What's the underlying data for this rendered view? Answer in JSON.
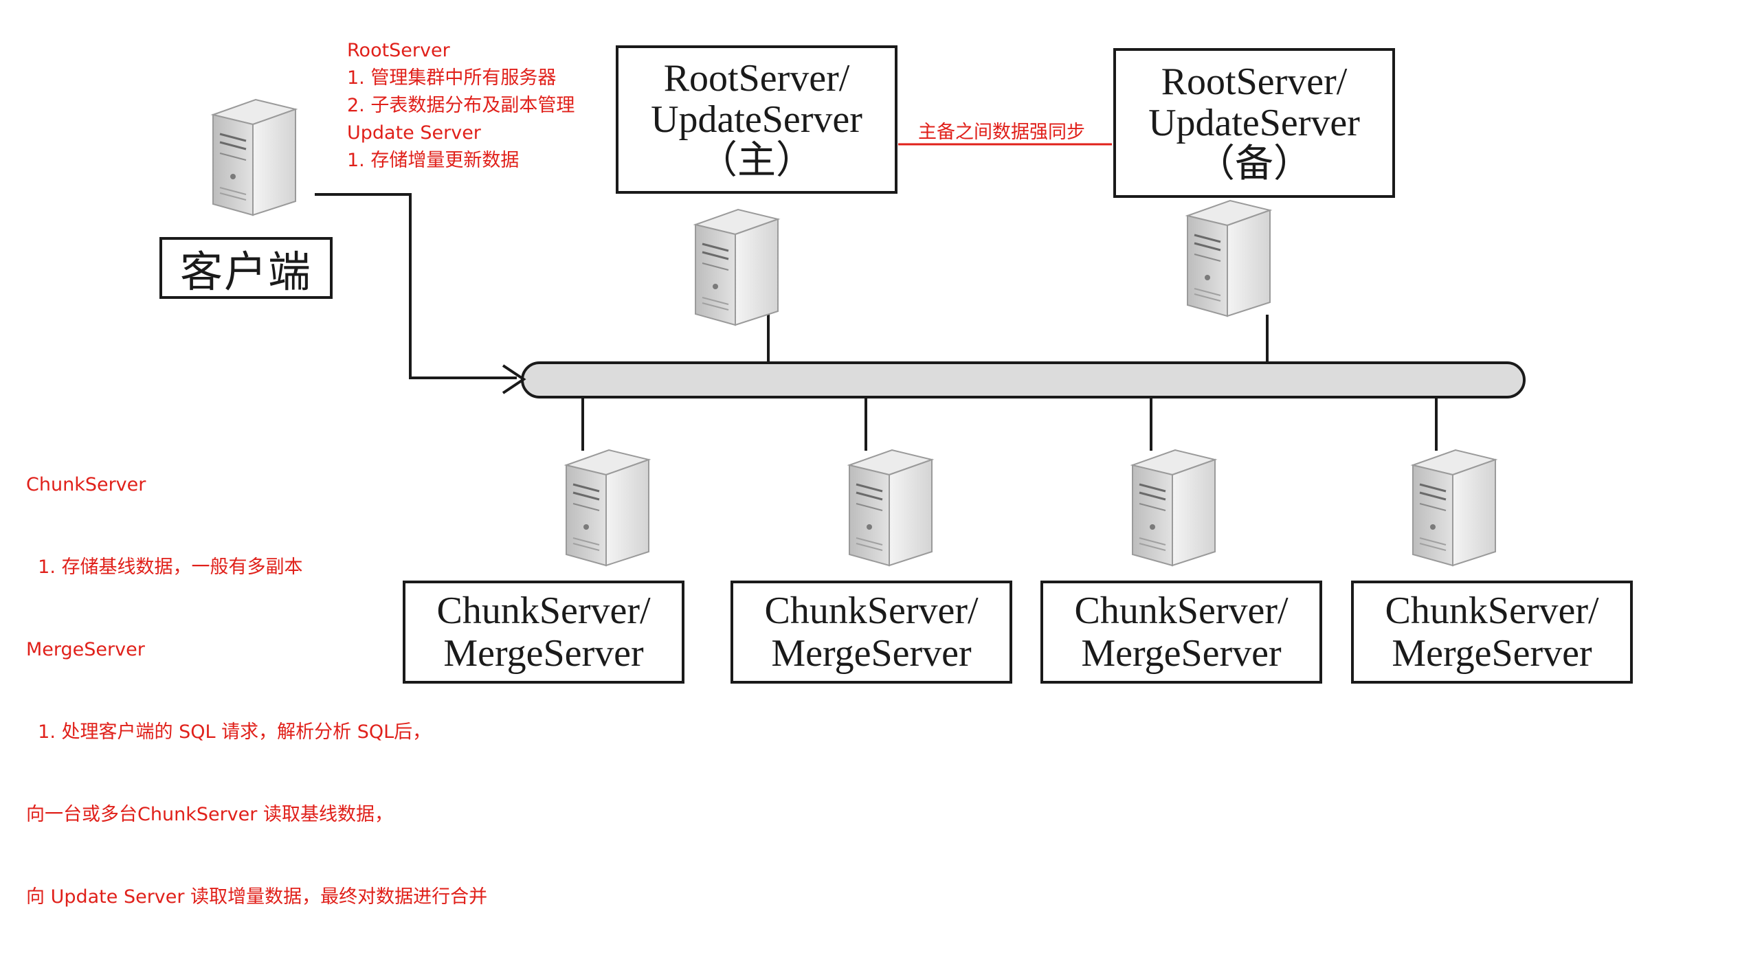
{
  "client": {
    "label": "客户端"
  },
  "notes": {
    "top": [
      "RootServer",
      "1. 管理集群中所有服务器",
      "2. 子表数据分布及副本管理",
      "Update Server",
      "1. 存储增量更新数据"
    ],
    "left": [
      "ChunkServer",
      "  1. 存储基线数据，一般有多副本",
      "MergeServer",
      "  1. 处理客户端的 SQL 请求，解析分析 SQL后，",
      "向一台或多台ChunkServer 读取基线数据，",
      "向 Update Server 读取增量数据，最终对数据进行合并"
    ]
  },
  "primary": {
    "line1": "RootServer/",
    "line2": "UpdateServer",
    "line3": "（主）"
  },
  "standby": {
    "line1": "RootServer/",
    "line2": "UpdateServer",
    "line3": "（备）"
  },
  "sync_label": "主备之间数据强同步",
  "workers": [
    {
      "line1": "ChunkServer/",
      "line2": "MergeServer"
    },
    {
      "line1": "ChunkServer/",
      "line2": "MergeServer"
    },
    {
      "line1": "ChunkServer/",
      "line2": "MergeServer"
    },
    {
      "line1": "ChunkServer/",
      "line2": "MergeServer"
    }
  ],
  "colors": {
    "annotation": "#e0201a",
    "line": "#1a1a1a",
    "bus_fill": "#dcdcdc"
  },
  "icons": [
    "server-icon"
  ]
}
